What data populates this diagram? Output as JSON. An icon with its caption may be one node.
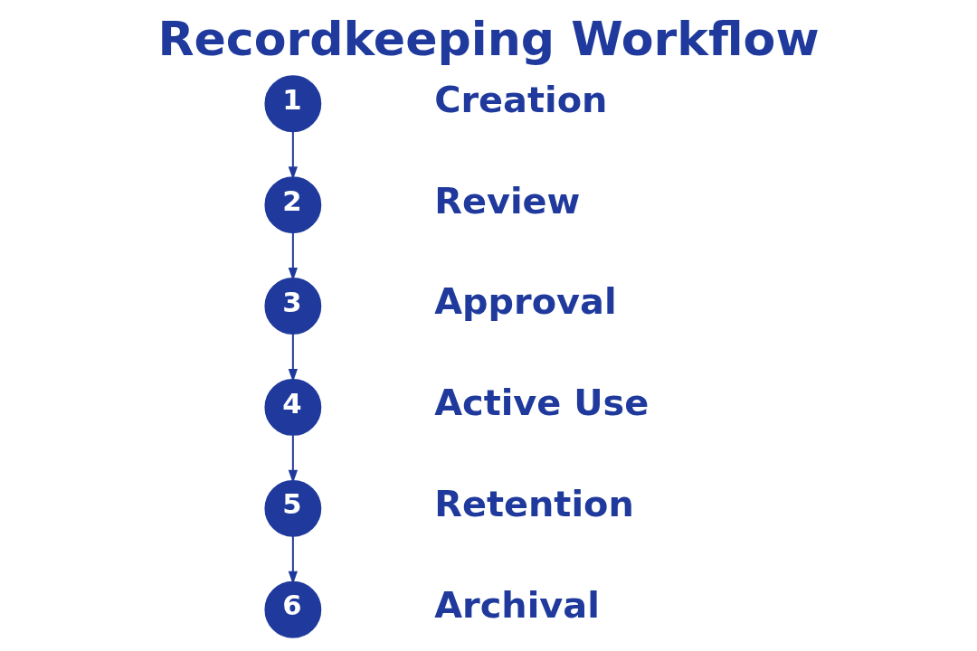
{
  "diagram": {
    "title": "Recordkeeping Workflow",
    "nodes": [
      {
        "text": [
          "1"
        ],
        "beside": [
          "Creation"
        ]
      },
      {
        "text": [
          "2"
        ],
        "beside": [
          "Review"
        ]
      },
      {
        "text": [
          "3"
        ],
        "beside": [
          "Approval"
        ]
      },
      {
        "text": [
          "4"
        ],
        "beside": [
          "Active Use"
        ]
      },
      {
        "text": [
          "5"
        ],
        "beside": [
          "Retention"
        ]
      },
      {
        "text": [
          "6"
        ],
        "beside": [
          "Archival"
        ]
      }
    ],
    "edges": [
      {
        "from": 0,
        "to": 1,
        "arrow": "to"
      },
      {
        "from": 1,
        "to": 2,
        "arrow": "to"
      },
      {
        "from": 2,
        "to": 3,
        "arrow": "to"
      },
      {
        "from": 3,
        "to": 4,
        "arrow": "to"
      },
      {
        "from": 4,
        "to": 5,
        "arrow": "to"
      }
    ]
  }
}
